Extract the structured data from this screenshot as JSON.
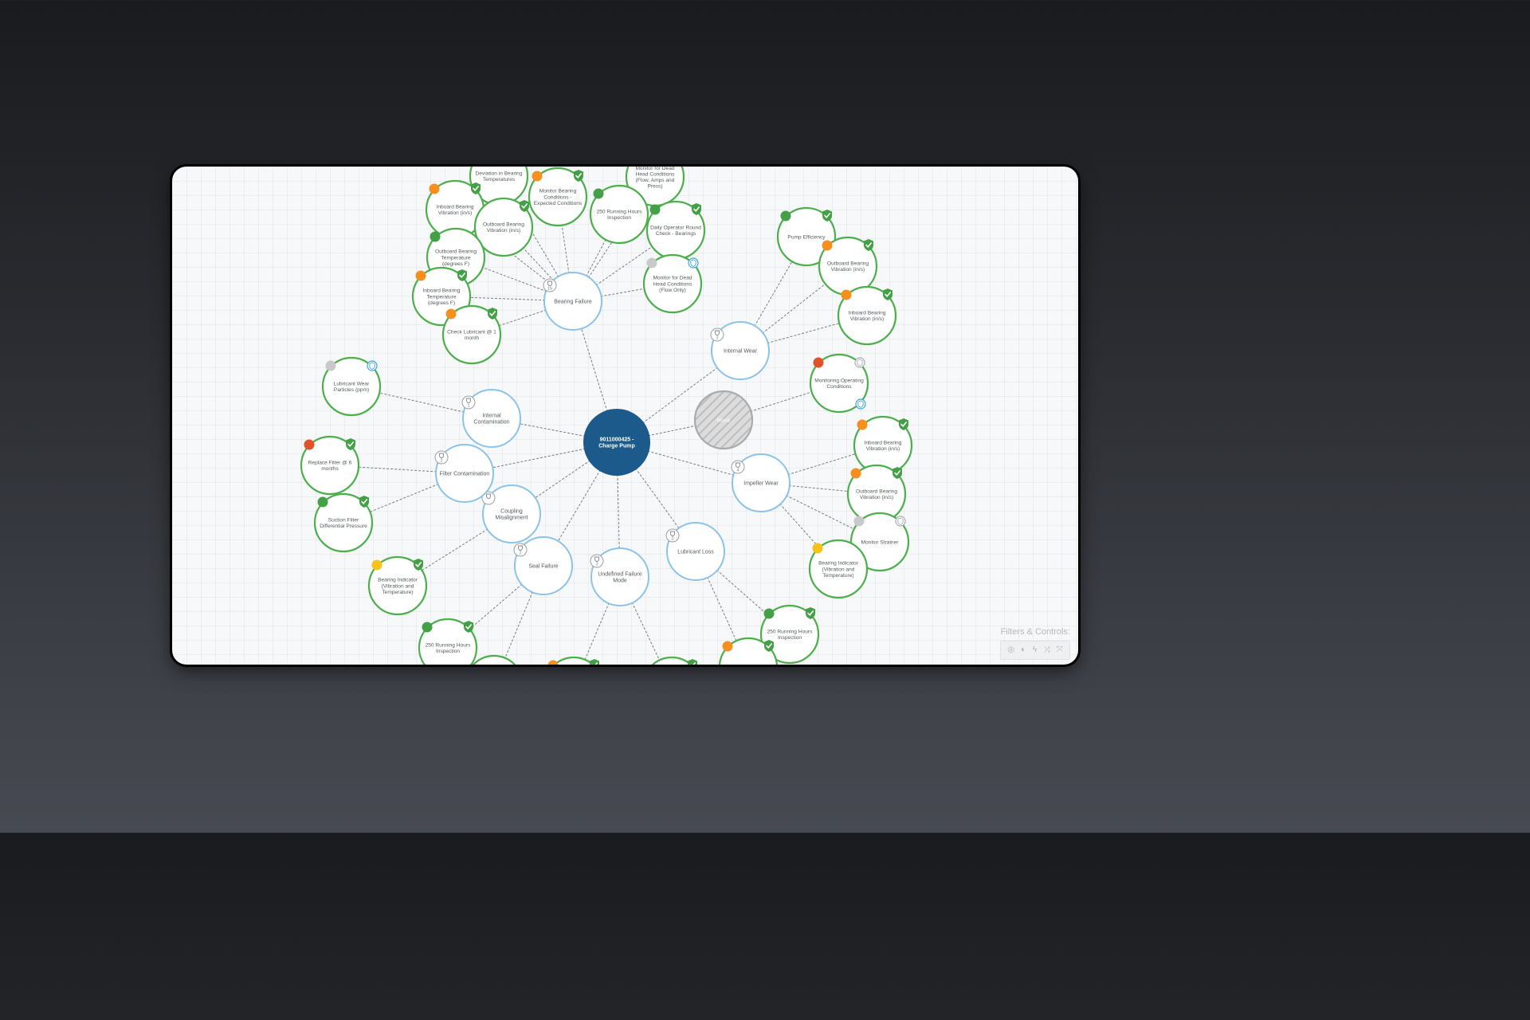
{
  "colors": {
    "center_fill": "#1b5a8a",
    "failure_stroke": "#8cc3e6",
    "action_stroke": "#4cae4c",
    "edge": "#7a7d80",
    "check": "#43a047",
    "dot_green": "#43a047",
    "dot_orange": "#f5901e",
    "dot_red": "#e0532a",
    "dot_yellow": "#f7c31a",
    "dot_gray": "#c7c9cb",
    "shield_blue": "#3aa6d8"
  },
  "center": {
    "label_line1": "9011000425 -",
    "label_line2": "Charge Pump"
  },
  "failure_modes": [
    {
      "id": "bf",
      "lines": [
        "Bearing Failure"
      ],
      "count": "15"
    },
    {
      "id": "iw",
      "lines": [
        "Internal Wear"
      ],
      "count": "3"
    },
    {
      "id": "none",
      "lines": [
        "None"
      ],
      "count": ""
    },
    {
      "id": "imp",
      "lines": [
        "Impeller Wear"
      ],
      "count": "4"
    },
    {
      "id": "ll",
      "lines": [
        "Lubricant Loss"
      ],
      "count": "2"
    },
    {
      "id": "uf",
      "lines": [
        "Undefined Failure",
        "Mode"
      ],
      "count": "3"
    },
    {
      "id": "sf",
      "lines": [
        "Seal Failure"
      ],
      "count": "2"
    },
    {
      "id": "cm",
      "lines": [
        "Coupling",
        "Misalignment"
      ],
      "count": ""
    },
    {
      "id": "fc",
      "lines": [
        "Filter Contamination"
      ],
      "count": "2"
    },
    {
      "id": "ic",
      "lines": [
        "Internal",
        "Contamination"
      ],
      "count": "1"
    }
  ],
  "actions": [
    {
      "id": "a1",
      "lines": [
        "Deviation in Bearing",
        "Temperatures"
      ],
      "parent": "bf",
      "dot": "",
      "badge": "",
      "dot2": ""
    },
    {
      "id": "a2",
      "lines": [
        "Monitor Bearing",
        "Conditions -",
        "Expected Conditions"
      ],
      "parent": "bf",
      "dot": "orange",
      "badge": "check",
      "dot2": ""
    },
    {
      "id": "a3",
      "lines": [
        "Monitor for Dead",
        "Head Conditions",
        "(Flow, Amps and",
        "Press)"
      ],
      "parent": "bf",
      "dot": "",
      "badge": "",
      "dot2": ""
    },
    {
      "id": "a4",
      "lines": [
        "Inboard Bearing",
        "Vibration (in/s)"
      ],
      "parent": "bf",
      "dot": "orange",
      "badge": "check",
      "dot2": ""
    },
    {
      "id": "a5",
      "lines": [
        "Outboard Bearing",
        "Vibration (in/s)"
      ],
      "parent": "bf",
      "dot": "",
      "badge": "check",
      "dot2": ""
    },
    {
      "id": "a6",
      "lines": [
        "250 Running Hours",
        "Inspection"
      ],
      "parent": "bf",
      "dot": "green",
      "badge": "",
      "dot2": ""
    },
    {
      "id": "a7",
      "lines": [
        "Daily Operator Round",
        "Check - Bearings"
      ],
      "parent": "bf",
      "dot": "green",
      "badge": "check",
      "dot2": ""
    },
    {
      "id": "a8",
      "lines": [
        "Outboard Bearing",
        "Temperature",
        "(degrees F)"
      ],
      "parent": "bf",
      "dot": "green",
      "badge": "",
      "dot2": ""
    },
    {
      "id": "a9",
      "lines": [
        "Monitor for Dead",
        "Head Conditions",
        "(Flow Only)"
      ],
      "parent": "bf",
      "dot": "gray",
      "badge": "shield-blue",
      "dot2": ""
    },
    {
      "id": "a10",
      "lines": [
        "Inboard Bearing",
        "Temperature",
        "(degrees F)"
      ],
      "parent": "bf",
      "dot": "orange",
      "badge": "check",
      "dot2": ""
    },
    {
      "id": "a11",
      "lines": [
        "Check Lubricant @ 1",
        "month"
      ],
      "parent": "bf",
      "dot": "orange",
      "badge": "check",
      "dot2": ""
    },
    {
      "id": "a12",
      "lines": [
        "Pump Efficiency"
      ],
      "parent": "iw",
      "dot": "green",
      "badge": "check",
      "dot2": ""
    },
    {
      "id": "a13",
      "lines": [
        "Outboard Bearing",
        "Vibration (in/s)"
      ],
      "parent": "iw",
      "dot": "orange",
      "badge": "check",
      "dot2": ""
    },
    {
      "id": "a14",
      "lines": [
        "Inboard Bearing",
        "Vibration (in/s)"
      ],
      "parent": "iw",
      "dot": "orange",
      "badge": "check",
      "dot2": ""
    },
    {
      "id": "a15",
      "lines": [
        "Monitoring Operating",
        "Conditions"
      ],
      "parent": "none",
      "dot": "red",
      "badge": "shield-gray",
      "dot2": "link"
    },
    {
      "id": "a16",
      "lines": [
        "Inboard Bearing",
        "Vibration (in/s)"
      ],
      "parent": "imp",
      "dot": "orange",
      "badge": "check",
      "dot2": ""
    },
    {
      "id": "a17",
      "lines": [
        "Outboard Bearing",
        "Vibration (in/s)"
      ],
      "parent": "imp",
      "dot": "orange",
      "badge": "check",
      "dot2": ""
    },
    {
      "id": "a18",
      "lines": [
        "Monitor Strainer"
      ],
      "parent": "imp",
      "dot": "gray",
      "badge": "shield-gray",
      "dot2": ""
    },
    {
      "id": "a19",
      "lines": [
        "Bearing Indicator",
        "(Vibration and",
        "Temperature)"
      ],
      "parent": "imp",
      "dot": "yellow",
      "badge": "",
      "dot2": ""
    },
    {
      "id": "a20",
      "lines": [
        "250 Running Hours",
        "Inspection"
      ],
      "parent": "ll",
      "dot": "green",
      "badge": "check",
      "dot2": ""
    },
    {
      "id": "a21",
      "lines": [],
      "parent": "ll",
      "dot": "orange",
      "badge": "check",
      "dot2": ""
    },
    {
      "id": "a22",
      "lines": [],
      "parent": "uf",
      "dot": "orange",
      "badge": "check",
      "dot2": ""
    },
    {
      "id": "a23",
      "lines": [],
      "parent": "uf",
      "dot": "",
      "badge": "check",
      "dot2": ""
    },
    {
      "id": "a24",
      "lines": [
        "250 Running Hours",
        "Inspection"
      ],
      "parent": "sf",
      "dot": "green",
      "badge": "check",
      "dot2": ""
    },
    {
      "id": "a25",
      "lines": [],
      "parent": "sf",
      "dot": "",
      "badge": "",
      "dot2": ""
    },
    {
      "id": "a26",
      "lines": [
        "Bearing Indicator",
        "(Vibration and",
        "Temperature)"
      ],
      "parent": "cm",
      "dot": "yellow",
      "badge": "check",
      "dot2": ""
    },
    {
      "id": "a27",
      "lines": [
        "Replace Filter @ 6",
        "months"
      ],
      "parent": "fc",
      "dot": "red",
      "badge": "check",
      "dot2": ""
    },
    {
      "id": "a28",
      "lines": [
        "Suction Filter",
        "Differential Pressure"
      ],
      "parent": "fc",
      "dot": "green",
      "badge": "check",
      "dot2": ""
    },
    {
      "id": "a29",
      "lines": [
        "Lubricant Wear",
        "Particles (ppm)"
      ],
      "parent": "ic",
      "dot": "gray",
      "badge": "shield-blue",
      "dot2": ""
    }
  ],
  "controls": {
    "label": "Filters & Controls:",
    "buttons": [
      {
        "name": "target-icon",
        "glyph": "◎"
      },
      {
        "name": "contrast-icon",
        "glyph": "◐"
      },
      {
        "name": "lightning-icon",
        "glyph": "ϟ"
      },
      {
        "name": "shuffle-icon",
        "glyph": "⤨"
      },
      {
        "name": "expand-icon",
        "glyph": "⤧"
      }
    ]
  }
}
